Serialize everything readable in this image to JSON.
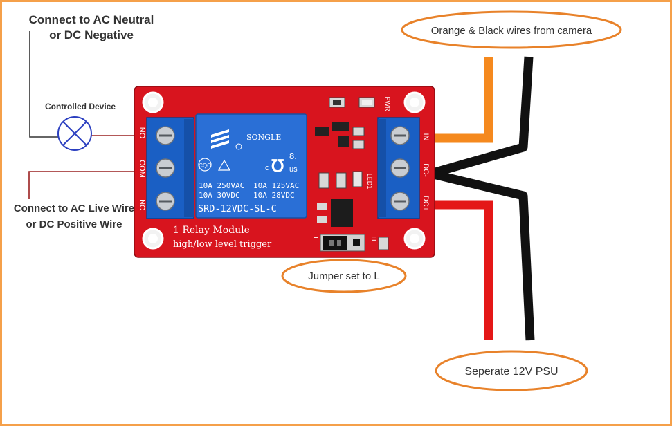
{
  "labels": {
    "neutral_line1": "Connect to AC Neutral",
    "neutral_line2": "or DC Negative",
    "controlled_device": "Controlled Device",
    "live_line1": "Connect to AC Live Wire",
    "live_line2": "or DC Positive Wire",
    "callout_camera": "Orange & Black wires from camera",
    "callout_jumper": "Jumper set to L",
    "callout_psu": "Seperate 12V PSU"
  },
  "relay": {
    "brand": "SONGLE",
    "cert_cqc": "CQC",
    "cert_ul_c": "c",
    "cert_ul_us": "us",
    "cert_num": "8.",
    "rating_row1_left": "10A 250VAC",
    "rating_row1_right": "10A 125VAC",
    "rating_row2_left": "10A  30VDC",
    "rating_row2_right": "10A 28VDC",
    "model": "SRD-12VDC-SL-C",
    "board_line1": "1 Relay  Module",
    "board_line2": "high/low level trigger",
    "pin_no": "NO",
    "pin_com": "COM",
    "pin_nc": "NC",
    "pin_in": "IN",
    "pin_dcminus": "DC-",
    "pin_dcplus": "DC+",
    "pwr_label": "PWR",
    "led_label": "LED1",
    "jumper_l": "L",
    "jumper_h": "H"
  },
  "colors": {
    "border": "#f5a04a",
    "callout_stroke": "#e8822a",
    "board_red": "#d8141e",
    "terminal_blue": "#1a5fc4",
    "relay_blue": "#2a6fd6",
    "wire_orange": "#f5891e",
    "wire_black": "#111111",
    "wire_red": "#e41717",
    "lead_wire_dark": "#333333",
    "lead_wire_red": "#9a2020",
    "lamp_blue": "#2b3fc0"
  }
}
